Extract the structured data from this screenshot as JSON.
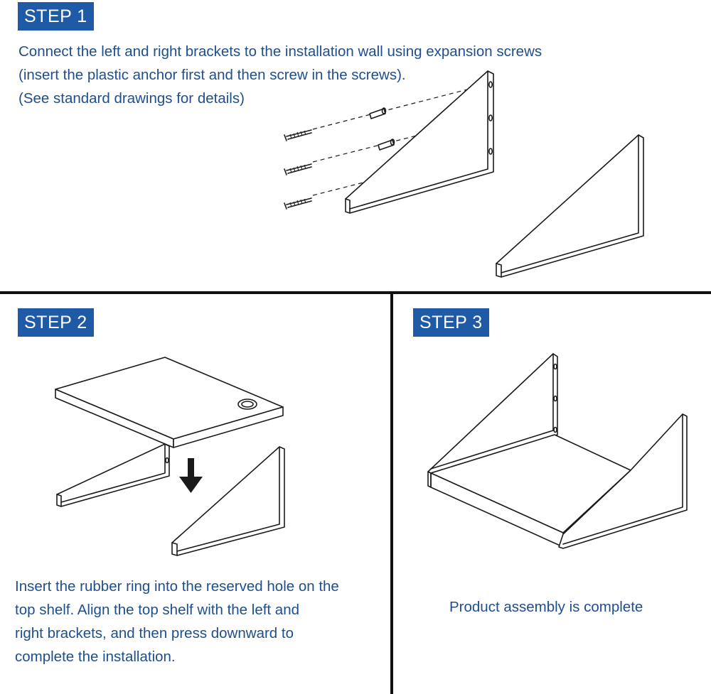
{
  "colors": {
    "badge_bg": "#1f5aa6",
    "badge_text": "#ffffff",
    "instruction_text": "#1f4e8c",
    "divider": "#111111"
  },
  "step1": {
    "badge": "STEP 1",
    "lines": [
      "Connect the left and right brackets to the installation wall using expansion screws",
      "(insert the plastic anchor first and then screw in the screws).",
      "(See standard drawings for details)"
    ],
    "illustration": [
      "screw-icon",
      "plastic-anchor-icon",
      "left-bracket-icon",
      "right-bracket-icon"
    ]
  },
  "step2": {
    "badge": "STEP 2",
    "lines": [
      "Insert the rubber ring into the reserved hole on the",
      "top shelf. Align the top shelf with the left and",
      "right brackets, and then press downward to",
      "complete the installation."
    ],
    "illustration": [
      "top-shelf-icon",
      "rubber-ring-icon",
      "down-arrow-icon",
      "left-bracket-icon",
      "right-bracket-icon"
    ]
  },
  "step3": {
    "badge": "STEP 3",
    "lines": [
      "Product assembly is complete"
    ],
    "illustration": [
      "assembled-shelf-icon"
    ]
  }
}
